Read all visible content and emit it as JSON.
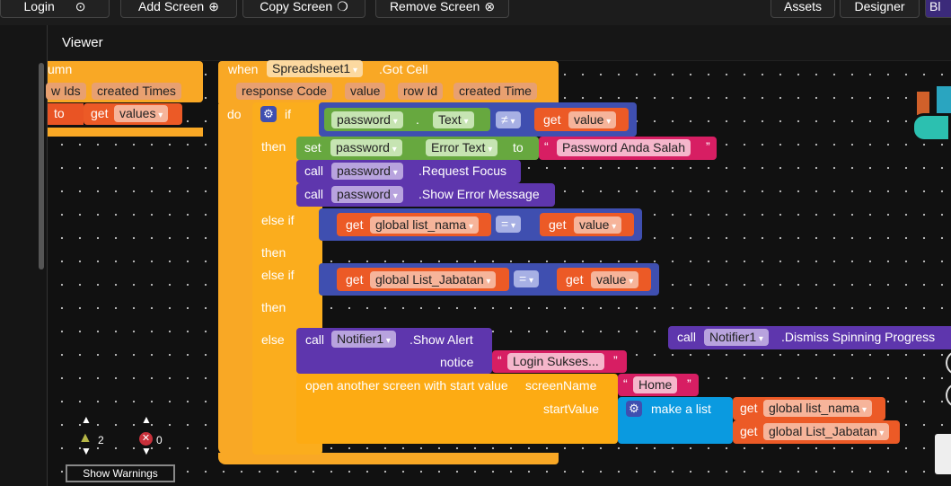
{
  "topbar": {
    "login": "Login",
    "add_screen": "Add Screen",
    "copy_screen": "Copy Screen",
    "remove_screen": "Remove Screen",
    "assets": "Assets",
    "designer": "Designer",
    "blocks": "Bl"
  },
  "viewer": {
    "title": "Viewer"
  },
  "left_block": {
    "title_fragment": "umn",
    "param1": "w Ids",
    "param2": "created Times",
    "to": "to",
    "get": "get",
    "var": "values"
  },
  "event": {
    "when": "when",
    "component": "Spreadsheet1",
    "event": ".Got Cell",
    "params": [
      "response Code",
      "value",
      "row Id",
      "created Time"
    ],
    "do": "do"
  },
  "if_block": {
    "if": "if",
    "then": "then",
    "else_if": "else if",
    "else": "else"
  },
  "cond1": {
    "component": "password",
    "prop": "Text",
    "op": "≠",
    "get": "get",
    "var": "value"
  },
  "set1": {
    "set": "set",
    "component": "password",
    "prop": "Error Text",
    "to": "to",
    "text": "Password Anda Salah"
  },
  "call1": {
    "call": "call",
    "component": "password",
    "method": ".Request Focus"
  },
  "call2": {
    "call": "call",
    "component": "password",
    "method": ".Show Error Message"
  },
  "cond2": {
    "get": "get",
    "var": "global list_nama",
    "op": "=",
    "get2": "get",
    "var2": "value"
  },
  "cond3": {
    "get": "get",
    "var": "global List_Jabatan",
    "op": "=",
    "get2": "get",
    "var2": "value"
  },
  "alert": {
    "call": "call",
    "component": "Notifier1",
    "method": ".Show Alert",
    "notice": "notice",
    "text": "Login Sukses..."
  },
  "open_screen": {
    "label": "open another screen with start value",
    "screen_name": "screenName",
    "screen_text": "Home",
    "start_value": "startValue",
    "make_list": "make a list",
    "get": "get",
    "item1": "global list_nama",
    "item2": "global List_Jabatan"
  },
  "dismiss": {
    "call": "call",
    "component": "Notifier1",
    "method": ".Dismiss Spinning Progress"
  },
  "warnings": {
    "warn_count": "2",
    "error_count": "0",
    "show_warnings": "Show Warnings"
  }
}
